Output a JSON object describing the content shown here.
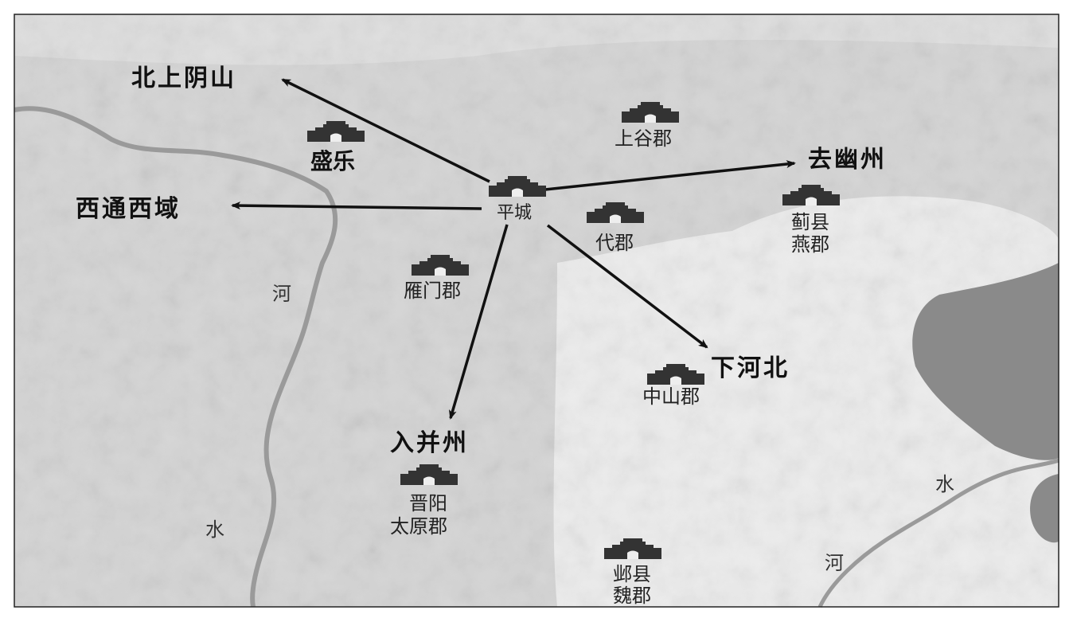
{
  "colors": {
    "land": "#d6d6d6",
    "plain": "#ececec",
    "sea": "#8f8f8f",
    "river": "#9a9a9a",
    "arrow": "#111111",
    "text": "#111111"
  },
  "cities": {
    "pingcheng": "平城",
    "shengle": "盛乐",
    "shanggu": "上谷郡",
    "dai": "代郡",
    "yanmen": "雁门郡",
    "ji_line1": "蓟县",
    "ji_line2": "燕郡",
    "zhongshan": "中山郡",
    "jinyang_line1": "晋阳",
    "jinyang_line2": "太原郡",
    "ye_line1": "邺县",
    "ye_line2": "魏郡"
  },
  "routes": {
    "north": "北上阴山",
    "west": "西通西域",
    "east": "去幽州",
    "southeast": "下河北",
    "south": "入并州"
  },
  "rivers": {
    "left_he": "河",
    "left_shui": "水",
    "right_shui": "水",
    "right_he": "河"
  },
  "icons": [
    "city-gate-icon"
  ]
}
